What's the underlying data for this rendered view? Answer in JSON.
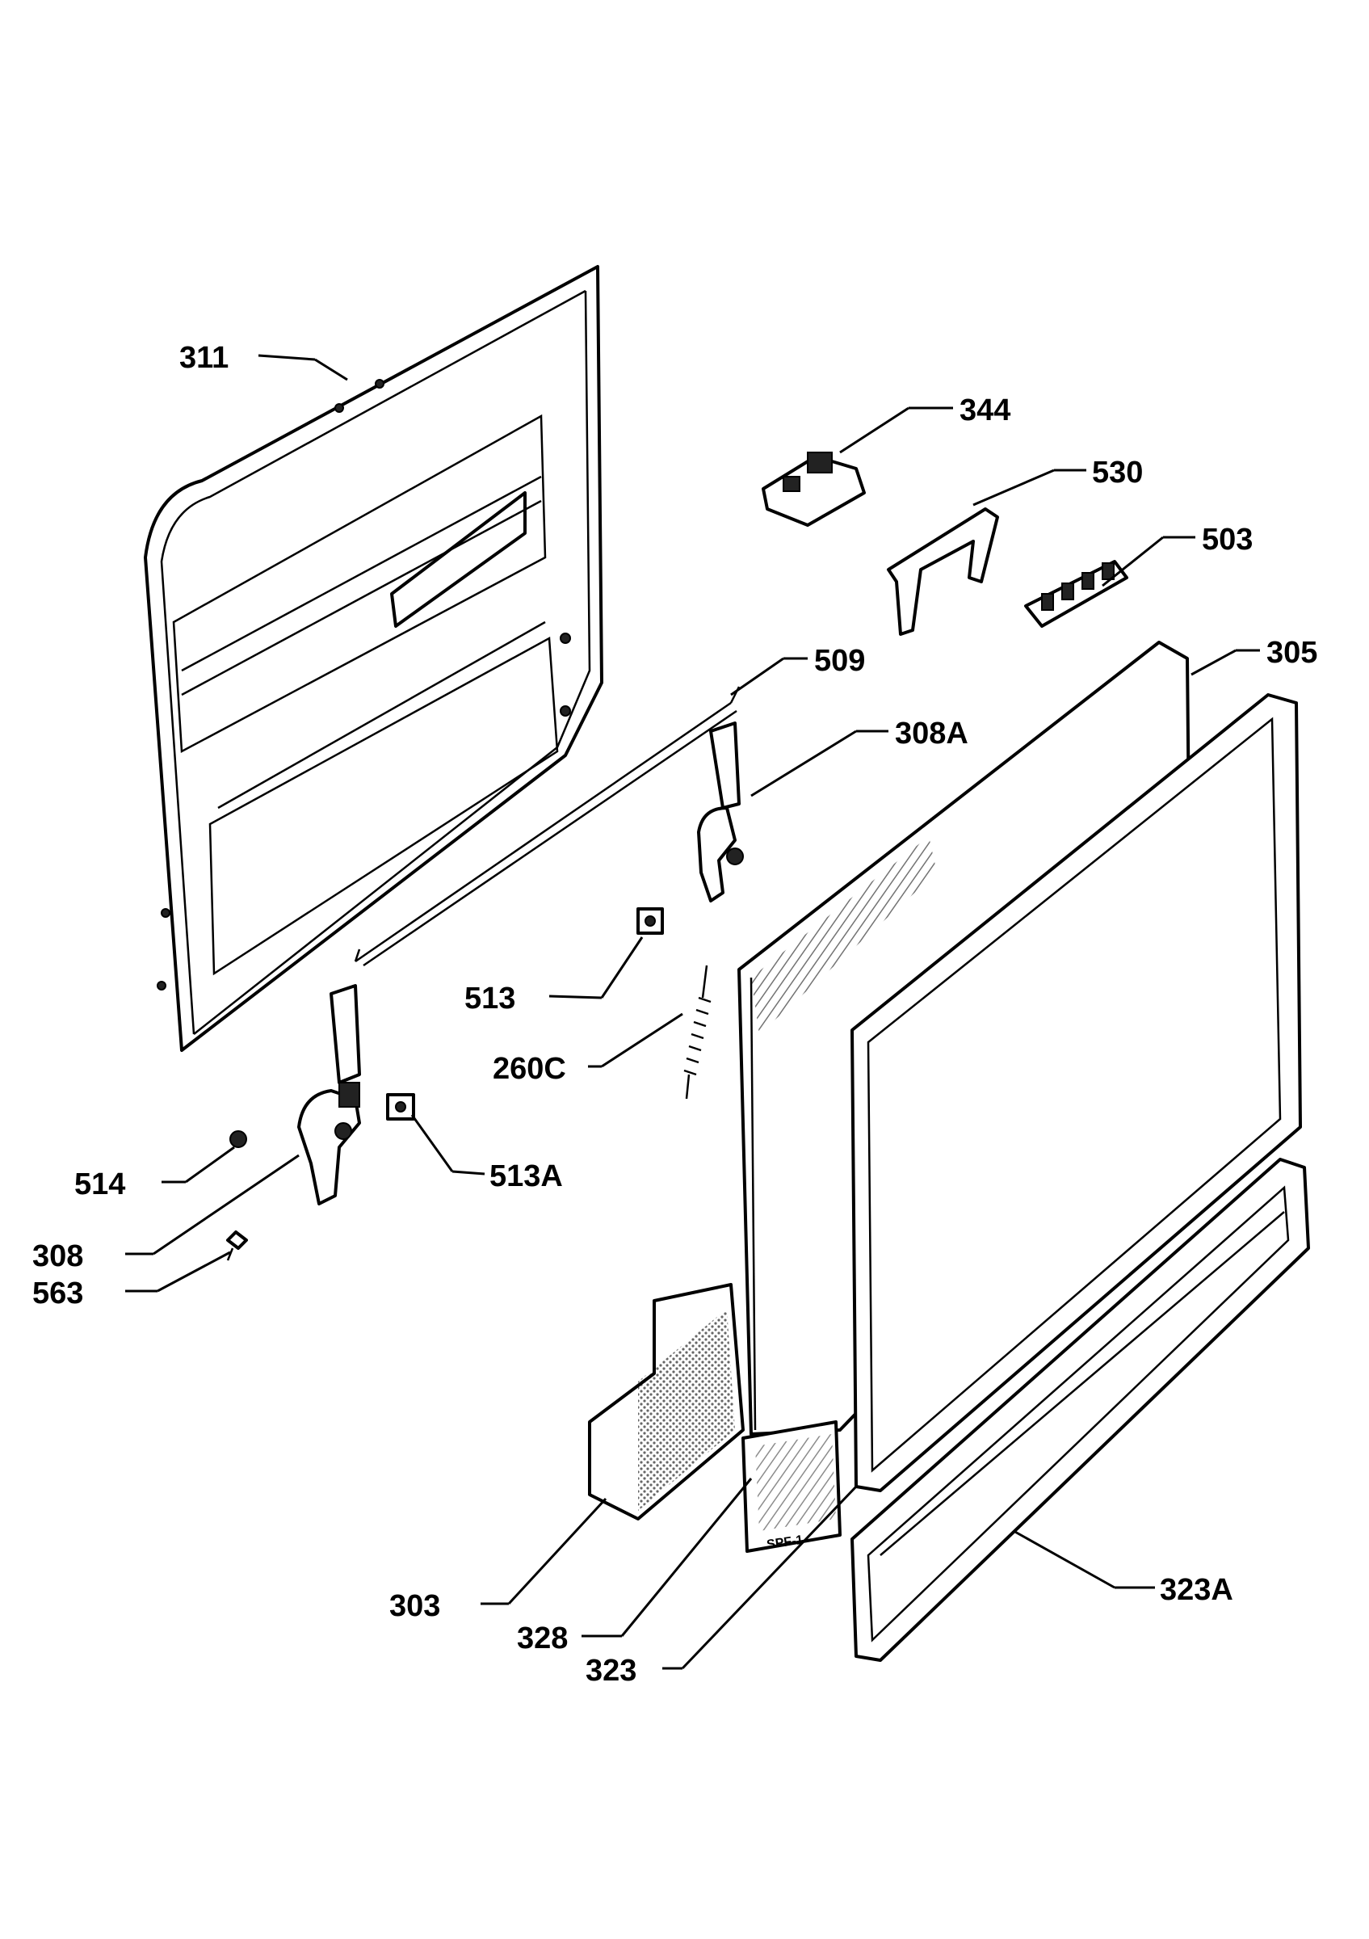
{
  "labels": {
    "p311": "311",
    "p344": "344",
    "p530": "530",
    "p503": "503",
    "p509": "509",
    "p305": "305",
    "p308A": "308A",
    "p513": "513",
    "p260C": "260C",
    "p514": "514",
    "p513A": "513A",
    "p308": "308",
    "p563": "563",
    "p303": "303",
    "p328": "328",
    "p323": "323",
    "p323A": "323A"
  },
  "stamp": "SPF-1"
}
